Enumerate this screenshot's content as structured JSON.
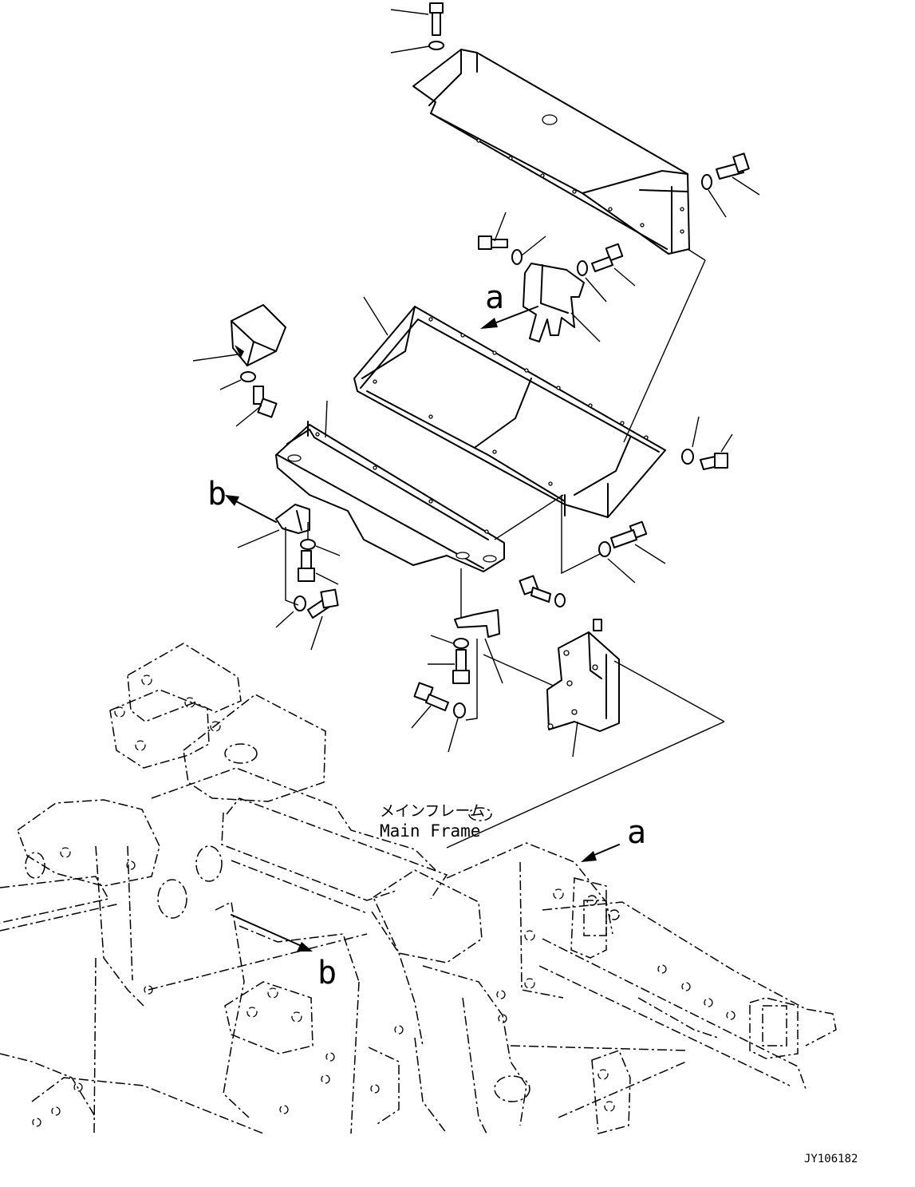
{
  "labels": {
    "callout_a_top": "a",
    "callout_b_top": "b",
    "callout_a_bottom": "a",
    "callout_b_bottom": "b"
  },
  "main_frame": {
    "label_jp": "メインフレーム",
    "label_en": "Main Frame"
  },
  "drawing_number": "JY106182"
}
